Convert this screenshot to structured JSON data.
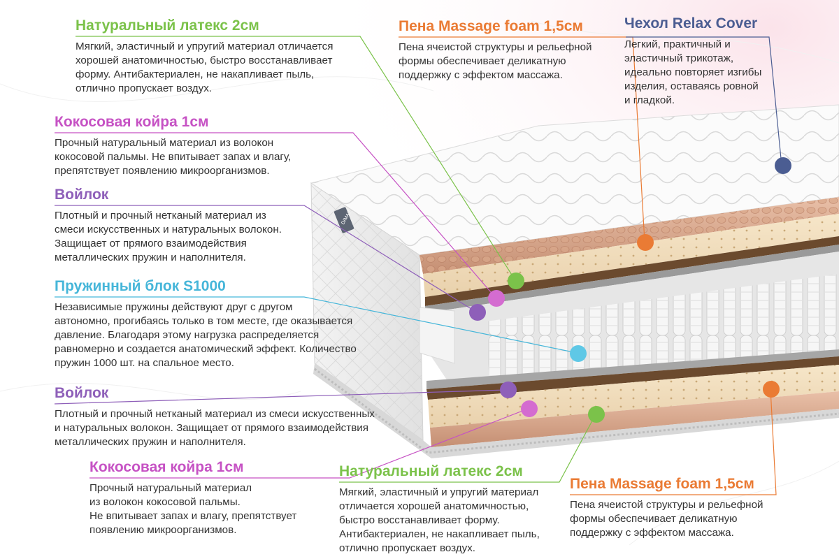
{
  "colors": {
    "green": "#7bc24a",
    "pink": "#c652c4",
    "violet": "#8e5fb9",
    "cyan": "#46b6d9",
    "orange": "#ea7b34",
    "navy": "#4b5d92",
    "text": "#333333"
  },
  "mattress": {
    "brand_logo": "DIMAX"
  },
  "blocks": {
    "latex_top": {
      "title": "Натуральный латекс 2см",
      "lines": [
        "Мягкий, эластичный и упругий материал отличается",
        "хорошей анатомичностью, быстро восстанавливает",
        "форму. Антибактериален, не накапливает пыль,",
        "отлично пропускает воздух."
      ]
    },
    "coir_top": {
      "title": "Кокосовая койра 1см",
      "lines": [
        "Прочный натуральный материал из волокон",
        "кокосовой пальмы. Не впитывает запах и влагу,",
        "препятствует появлению микроорганизмов."
      ]
    },
    "felt_top": {
      "title": "Войлок",
      "lines": [
        "Плотный и прочный нетканый материал из",
        "смеси искусственных и натуральных волокон.",
        "Защищает от прямого взаимодействия",
        "металлических пружин и наполнителя."
      ]
    },
    "spring_block": {
      "title": "Пружинный блок S1000",
      "lines": [
        "Независимые пружины действуют друг с другом",
        "автономно, прогибаясь только в том месте, где оказывается",
        "давление. Благодаря этому нагрузка распределяется",
        "равномерно и создается анатомический эффект. Количество",
        "пружин 1000 шт. на спальное место."
      ]
    },
    "felt_bottom": {
      "title": "Войлок",
      "lines": [
        "Плотный и прочный нетканый материал из смеси искусственных",
        "и натуральных волокон. Защищает от прямого взаимодействия",
        "металлических пружин и наполнителя."
      ]
    },
    "coir_bottom": {
      "title": "Кокосовая койра 1см",
      "lines": [
        "Прочный натуральный материал",
        "из волокон кокосовой пальмы.",
        "Не впитывает запах и влагу, препятствует",
        "появлению микроорганизмов."
      ]
    },
    "latex_bottom": {
      "title": "Натуральный латекс 2см",
      "lines": [
        "Мягкий, эластичный и упругий материал",
        "отличается хорошей анатомичностью,",
        "быстро восстанавливает форму.",
        "Антибактериален, не накапливает пыль,",
        "отлично пропускает воздух."
      ]
    },
    "massage_top": {
      "title": "Пена Massage foam 1,5см",
      "lines": [
        "Пена ячеистой структуры и рельефной",
        "формы обеспечивает деликатную",
        "поддержку с эффектом массажа."
      ]
    },
    "massage_bottom": {
      "title": "Пена Massage foam 1,5см",
      "lines": [
        "Пена ячеистой структуры и рельефной",
        "формы обеспечивает деликатную",
        "поддержку с эффектом массажа."
      ]
    },
    "cover": {
      "title": "Чехол Relax Cover",
      "lines": [
        "Легкий, практичный и",
        "эластичный трикотаж,",
        "идеально повторяет изгибы",
        "изделия, оставаясь ровной",
        "и гладкой."
      ]
    }
  }
}
